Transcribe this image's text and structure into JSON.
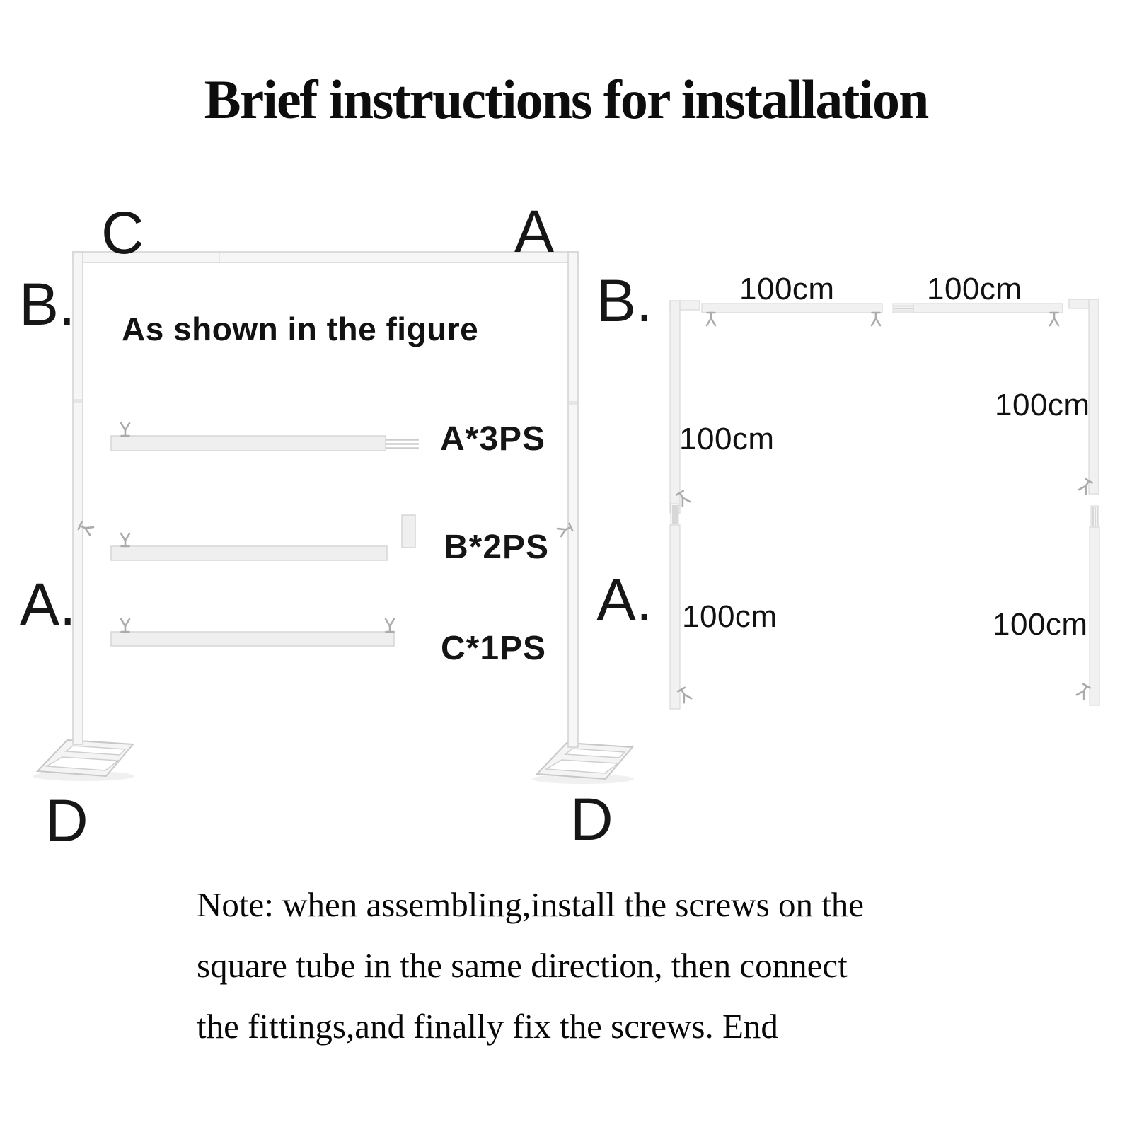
{
  "title": "Brief instructions for installation",
  "assembled_figure": {
    "caption": "As shown in the figure",
    "labels": {
      "top_left": "C",
      "top_right": "A",
      "left_upper": "B.",
      "left_lower": "A.",
      "bottom_left": "D",
      "bottom_right": "D"
    },
    "parts_list": [
      {
        "code": "A*3PS"
      },
      {
        "code": "B*2PS"
      },
      {
        "code": "C*1PS"
      }
    ]
  },
  "exploded_figure": {
    "labels": {
      "section_b": "B.",
      "section_a": "A."
    },
    "dimensions": {
      "top_bar_1": "100cm",
      "top_bar_2": "100cm",
      "b_left_pole": "100cm",
      "b_right_pole": "100cm",
      "a_left_pole": "100cm",
      "a_right_pole": "100cm"
    }
  },
  "note": {
    "line1": "Note: when assembling,install the screws on the",
    "line2": "square tube in the same direction, then connect",
    "line3": "the fittings,and finally fix the screws. End"
  }
}
